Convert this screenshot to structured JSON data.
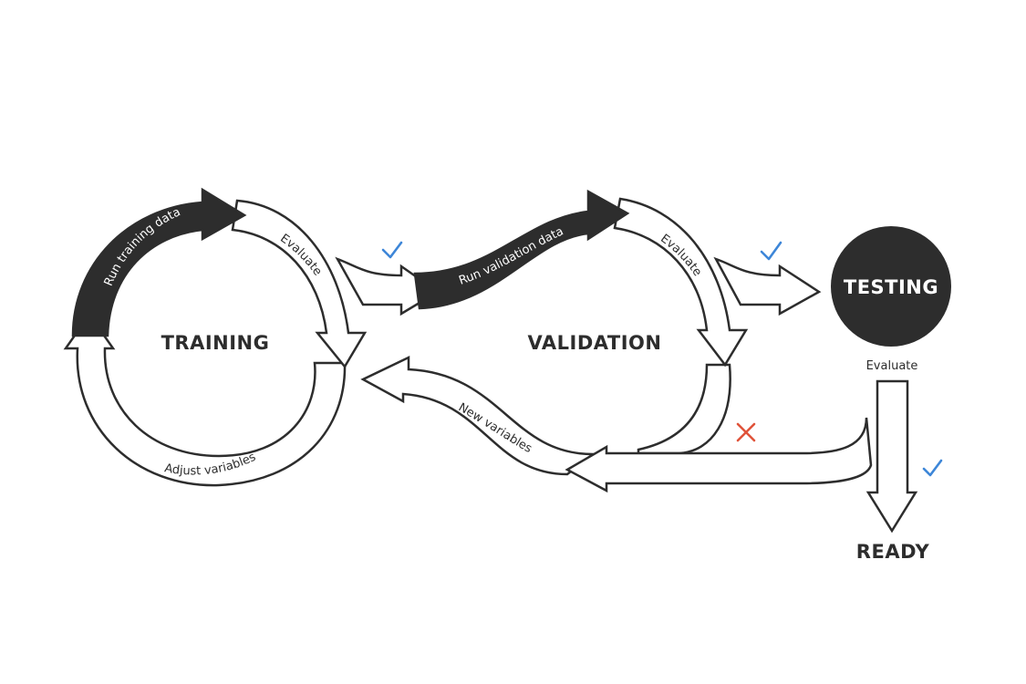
{
  "stages": {
    "training": "TRAINING",
    "validation": "VALIDATION",
    "testing": "TESTING",
    "ready": "READY"
  },
  "arrows": {
    "run_training_data": "Run training data",
    "evaluate_training": "Evaluate",
    "adjust_variables": "Adjust variables",
    "run_validation_data": "Run validation data",
    "evaluate_validation": "Evaluate",
    "new_variables": "New variables",
    "evaluate_testing": "Evaluate"
  },
  "colors": {
    "dark": "#2d2d2d",
    "check": "#3d86d8",
    "cross": "#e0533a"
  },
  "icons": {
    "pass": "check-icon",
    "fail": "cross-icon"
  }
}
